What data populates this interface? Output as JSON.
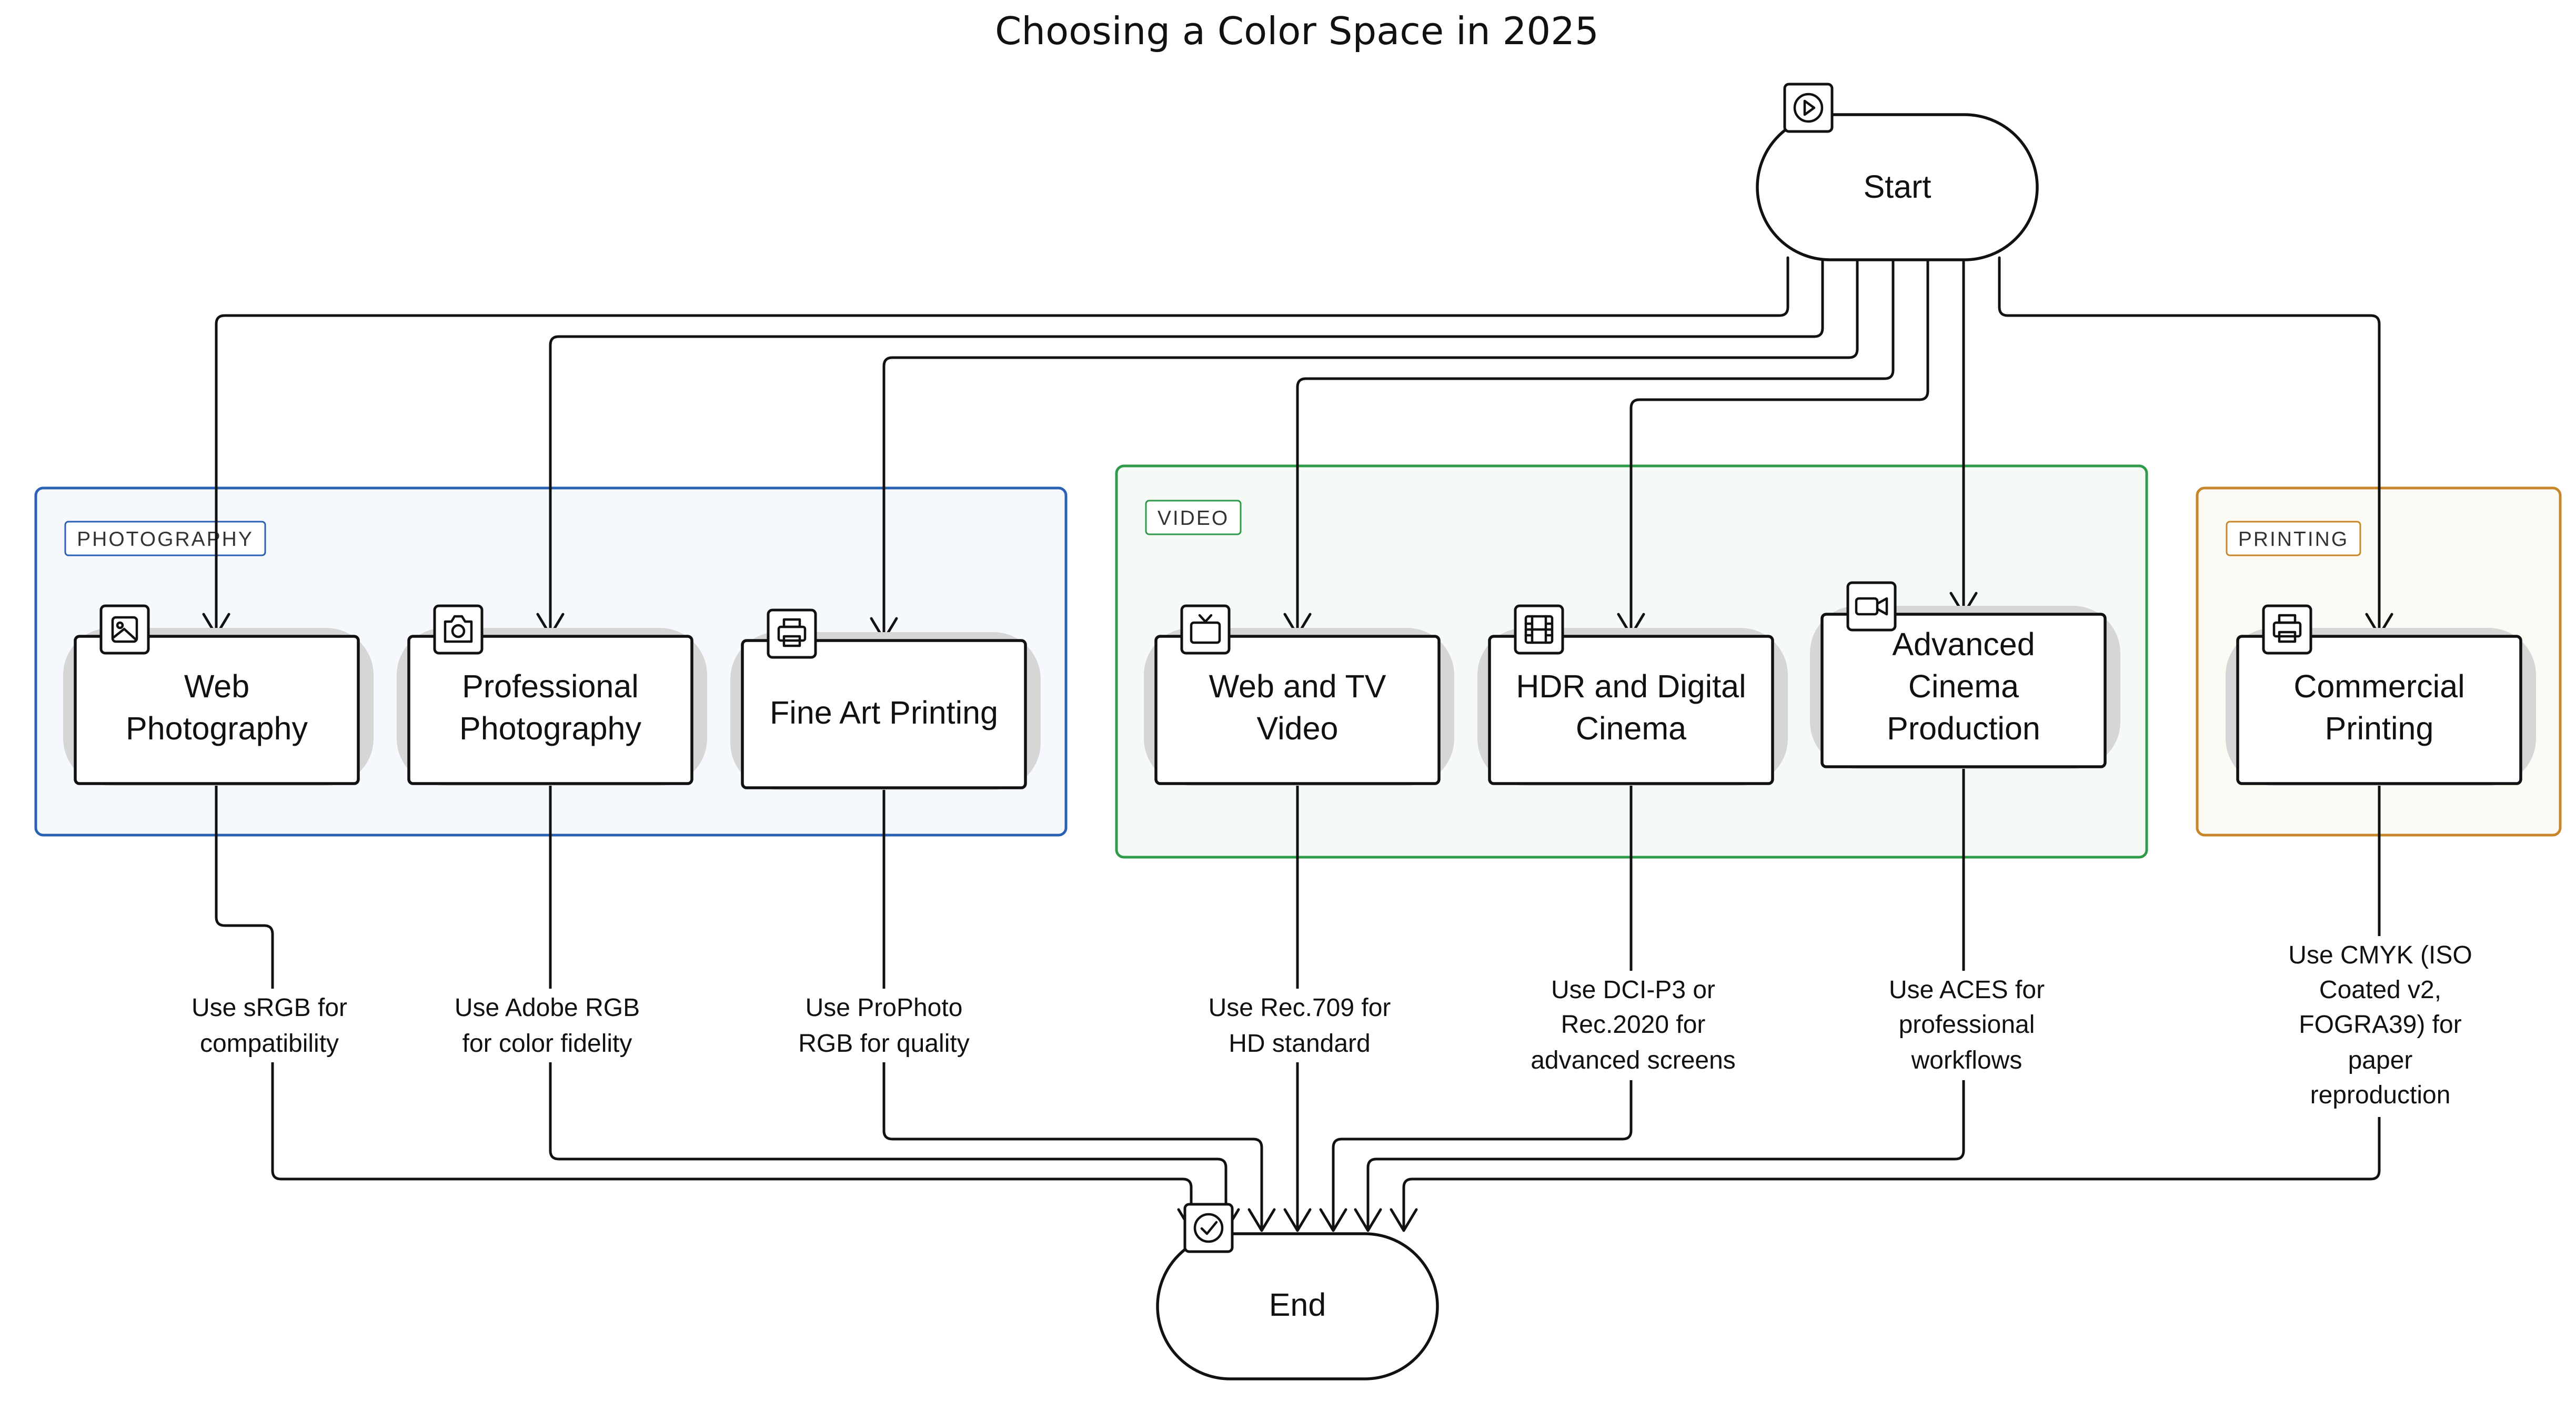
{
  "title": "Choosing a Color Space in 2025",
  "colors": {
    "photography": "#2a62b3",
    "video": "#2e9a4a",
    "printing": "#c8862a"
  },
  "groups": [
    {
      "id": "photography",
      "label": "PHOTOGRAPHY"
    },
    {
      "id": "video",
      "label": "VIDEO"
    },
    {
      "id": "printing",
      "label": "PRINTING"
    }
  ],
  "nodes": {
    "start": {
      "label": "Start",
      "icon": "play-icon"
    },
    "end": {
      "label": "End",
      "icon": "check-icon"
    },
    "web_photo": {
      "lines": [
        "Web",
        "Photography"
      ],
      "icon": "image-icon"
    },
    "pro_photo": {
      "lines": [
        "Professional",
        "Photography"
      ],
      "icon": "camera-icon"
    },
    "fine_art": {
      "lines": [
        "Fine Art Printing"
      ],
      "icon": "printer-icon"
    },
    "web_tv": {
      "lines": [
        "Web and TV",
        "Video"
      ],
      "icon": "tv-icon"
    },
    "hdr": {
      "lines": [
        "HDR and Digital",
        "Cinema"
      ],
      "icon": "film-icon"
    },
    "cinema": {
      "lines": [
        "Advanced",
        "Cinema",
        "Production"
      ],
      "icon": "video-camera-icon"
    },
    "commercial": {
      "lines": [
        "Commercial",
        "Printing"
      ],
      "icon": "printer-icon"
    }
  },
  "edge_labels": {
    "web_photo": [
      "Use sRGB for",
      "compatibility"
    ],
    "pro_photo": [
      "Use Adobe RGB",
      "for color fidelity"
    ],
    "fine_art": [
      "Use ProPhoto",
      "RGB for quality"
    ],
    "web_tv": [
      "Use Rec.709 for",
      "HD standard"
    ],
    "hdr": [
      "Use DCI-P3 or",
      "Rec.2020 for",
      "advanced screens"
    ],
    "cinema": [
      "Use ACES for",
      "professional",
      "workflows"
    ],
    "commercial": [
      "Use CMYK (ISO",
      "Coated v2,",
      "FOGRA39) for",
      "paper",
      "reproduction"
    ]
  }
}
